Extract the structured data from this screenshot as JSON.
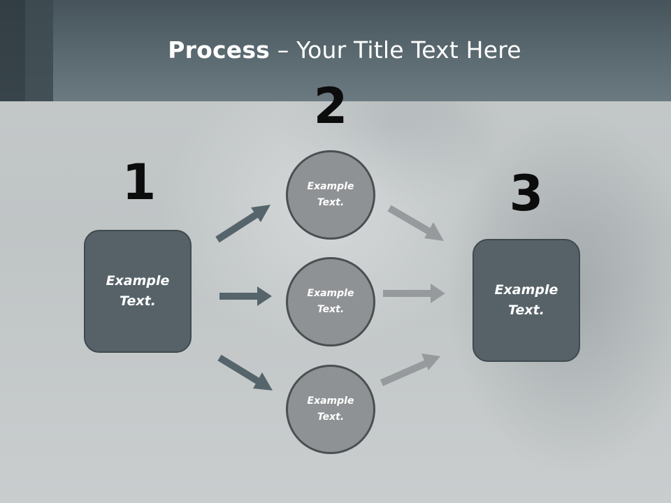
{
  "slide": {
    "title_strong": "Process",
    "title_rest": " – Your Title Text Here"
  },
  "steps": [
    {
      "number": "1",
      "box_line1": "Example",
      "box_line2": "Text."
    },
    {
      "number": "2"
    },
    {
      "number": "3",
      "box_line1": "Example",
      "box_line2": "Text."
    }
  ],
  "circles": [
    {
      "line1": "Example",
      "line2": "Text."
    },
    {
      "line1": "Example",
      "line2": "Text."
    },
    {
      "line1": "Example",
      "line2": "Text."
    }
  ],
  "colors": {
    "dark_arrow": "#56646b",
    "light_arrow": "#979a9c",
    "box_fill": "#566268",
    "circle_fill": "#8f9294"
  }
}
